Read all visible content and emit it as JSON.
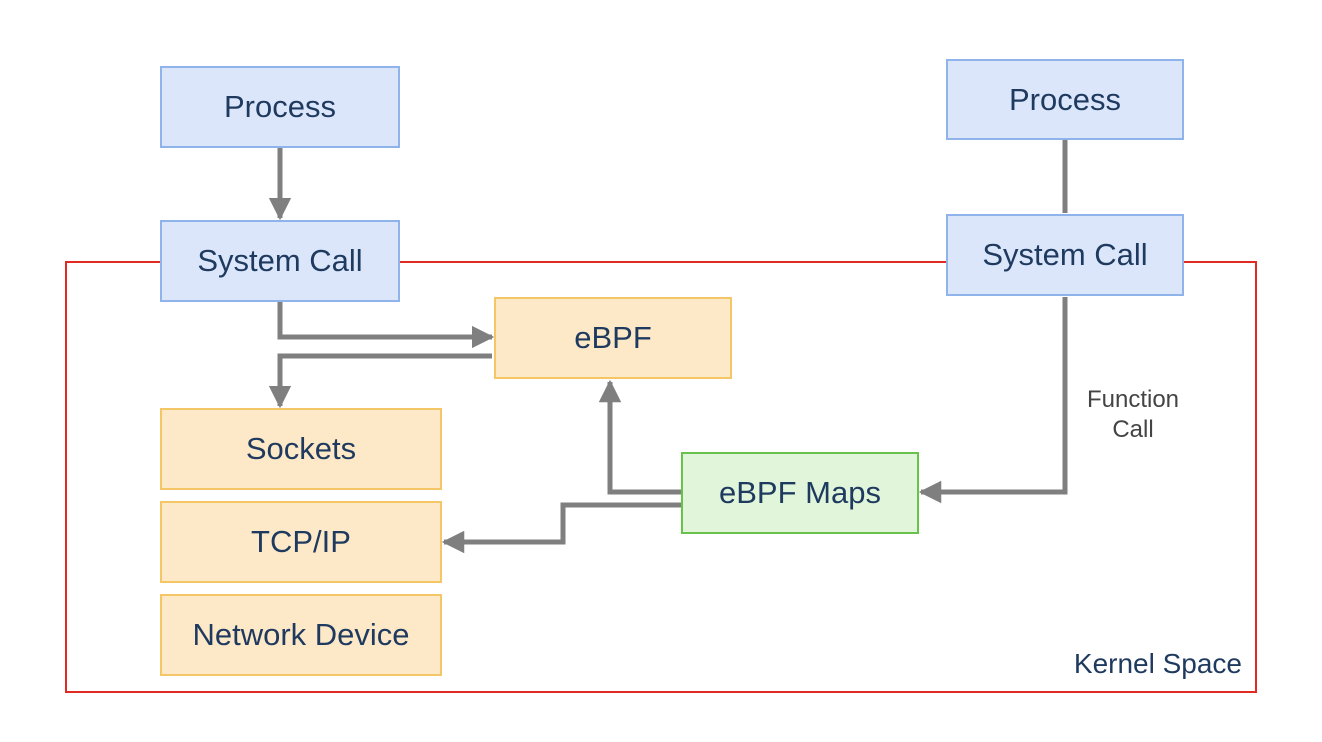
{
  "nodes": {
    "process_left": "Process",
    "process_right": "Process",
    "syscall_left": "System Call",
    "syscall_right": "System Call",
    "ebpf": "eBPF",
    "ebpf_maps": "eBPF Maps",
    "sockets": "Sockets",
    "tcpip": "TCP/IP",
    "network_device": "Network Device"
  },
  "regions": {
    "kernel_space": "Kernel Space"
  },
  "edge_labels": {
    "function_call_line1": "Function",
    "function_call_line2": "Call"
  },
  "colors": {
    "kernel_border": "#e02a22",
    "user_box_fill": "#dbe6fb",
    "kernel_box_fill": "#fde8c8",
    "map_box_fill": "#e0f5d9",
    "arrow": "#7f7f7f"
  }
}
